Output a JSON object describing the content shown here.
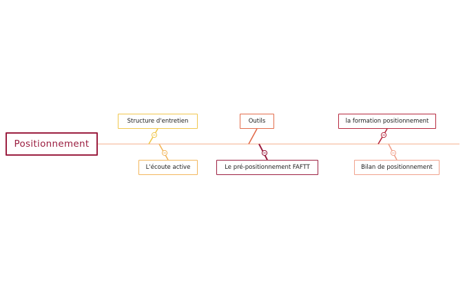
{
  "diagram": {
    "root": {
      "label": "Positionnement"
    },
    "topics": [
      {
        "label": "Structure d'entretien",
        "color": "#f0c64b"
      },
      {
        "label": "Outils",
        "color": "#e26a49"
      },
      {
        "label": "la formation positionnement",
        "color": "#b5243a"
      },
      {
        "label": "L'écoute active",
        "color": "#f2b55a"
      },
      {
        "label": "Le pré-positionnement FAFTT",
        "color": "#9a1c3e"
      },
      {
        "label": "Bilan de positionnement",
        "color": "#f0a08a"
      }
    ],
    "spine_color": "#f7c9b0",
    "root_color": "#9a1c3e"
  }
}
